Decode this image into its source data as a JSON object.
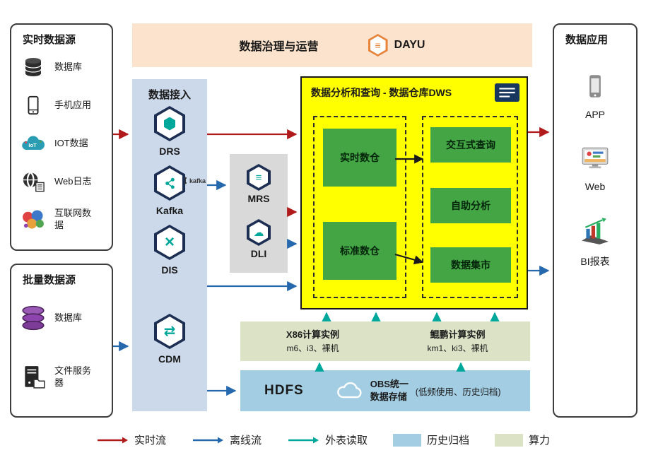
{
  "colors": {
    "realtime_flow": "#b11a1a",
    "offline_flow": "#2668ae",
    "external_read": "#00a79b",
    "archive_swatch": "#a3cde2",
    "compute_swatch": "#dbe2c6",
    "dws_background": "#ffff00",
    "module_green": "#43a543",
    "ingestion_background": "#ccd9ea",
    "governance_background": "#fbe3cd",
    "services_background": "#d9d9d9"
  },
  "realtime_sources": {
    "title": "实时数据源",
    "items": [
      {
        "label": "数据库",
        "icon": "database-icon"
      },
      {
        "label": "手机应用",
        "icon": "mobile-app-icon"
      },
      {
        "label": "IOT数据",
        "icon": "iot-icon"
      },
      {
        "label": "Web日志",
        "icon": "web-log-icon"
      },
      {
        "label": "互联网数据",
        "icon": "internet-data-icon"
      }
    ]
  },
  "batch_sources": {
    "title": "批量数据源",
    "items": [
      {
        "label": "数据库",
        "icon": "database-purple-icon"
      },
      {
        "label": "文件服务器",
        "icon": "file-server-icon"
      }
    ]
  },
  "governance": {
    "title": "数据治理与运营",
    "product": "DAYU",
    "icon": "dayu-icon"
  },
  "ingestion": {
    "title": "数据接入",
    "items": [
      {
        "label": "DRS",
        "icon": "drs-icon"
      },
      {
        "label": "Kafka",
        "icon": "kafka-icon",
        "wordmark": "kafka"
      },
      {
        "label": "DIS",
        "icon": "dis-icon"
      },
      {
        "label": "CDM",
        "icon": "cdm-icon"
      }
    ]
  },
  "services": {
    "items": [
      {
        "label": "MRS",
        "icon": "mrs-icon"
      },
      {
        "label": "DLI",
        "icon": "dli-icon"
      }
    ]
  },
  "dws": {
    "title": "数据分析和查询 - 数据仓库DWS",
    "icon": "dws-report-icon",
    "warehouses": [
      "实时数仓",
      "标准数仓"
    ],
    "functions": [
      "交互式查询",
      "自助分析",
      "数据集市"
    ]
  },
  "compute": {
    "x86": {
      "title": "X86计算实例",
      "specs": "m6、i3、裸机"
    },
    "kunpeng": {
      "title": "鲲鹏计算实例",
      "specs": "km1、ki3、裸机"
    }
  },
  "storage": {
    "hdfs": "HDFS",
    "obs": "OBS统一数据存储",
    "note": "(低频使用、历史归档)",
    "icon": "obs-cloud-icon"
  },
  "applications": {
    "title": "数据应用",
    "items": [
      {
        "label": "APP",
        "icon": "app-phone-icon"
      },
      {
        "label": "Web",
        "icon": "web-monitor-icon"
      },
      {
        "label": "BI报表",
        "icon": "bi-report-icon"
      }
    ]
  },
  "legend": {
    "items": [
      {
        "label": "实时流",
        "type": "arrow",
        "color": "#b11a1a"
      },
      {
        "label": "离线流",
        "type": "arrow",
        "color": "#2668ae"
      },
      {
        "label": "外表读取",
        "type": "arrow",
        "color": "#00a79b"
      },
      {
        "label": "历史归档",
        "type": "box",
        "color": "#a3cde2"
      },
      {
        "label": "算力",
        "type": "box",
        "color": "#dbe2c6"
      }
    ]
  }
}
